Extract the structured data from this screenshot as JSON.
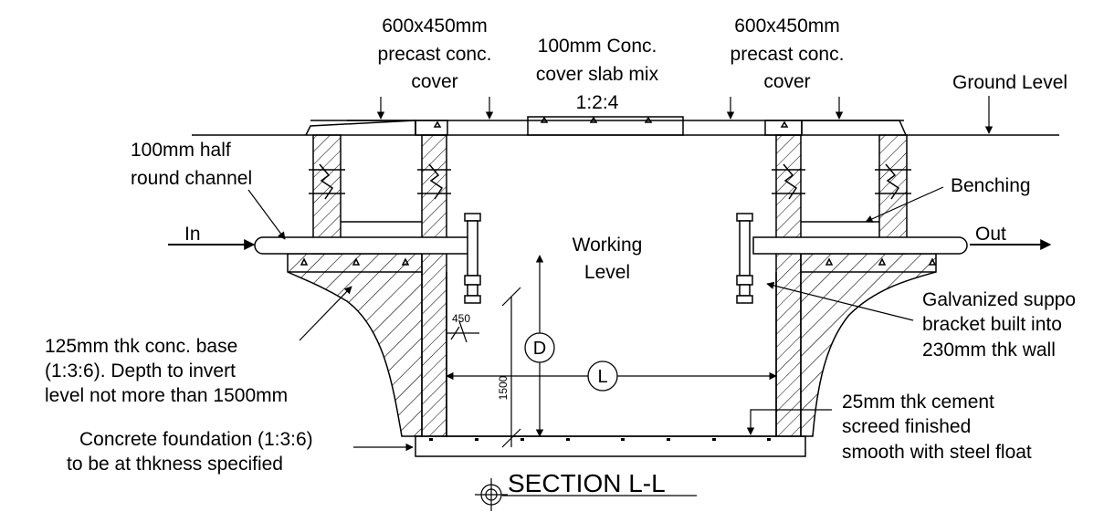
{
  "colors": {
    "ink": "#000000",
    "paper": "#ffffff"
  },
  "labels": {
    "cover_left_1": "600x450mm",
    "cover_left_2": "precast conc.",
    "cover_left_3": "cover",
    "slab_1": "100mm Conc.",
    "slab_2": "cover slab mix",
    "slab_3": "1:2:4",
    "cover_right_1": "600x450mm",
    "cover_right_2": "precast conc.",
    "cover_right_3": "cover",
    "ground_level": "Ground Level",
    "channel_1": "100mm half",
    "channel_2": "round channel",
    "benching": "Benching",
    "inlet": "In",
    "outlet": "Out",
    "working_1": "Working",
    "working_2": "Level",
    "support_1": "Galvanized suppo",
    "support_2": "bracket built into",
    "support_3": "230mm thk wall",
    "base_1": "125mm thk conc. base",
    "base_2": "(1:3:6). Depth to invert",
    "base_3": "level not more than 1500mm",
    "screed_1": "25mm thk cement",
    "screed_2": "screed finished",
    "screed_3": "smooth with steel float",
    "foundation_1": "Concrete foundation (1:3:6)",
    "foundation_2": "to be at thkness specified",
    "dim_450": "450",
    "dim_1500": "1500",
    "marker_d": "D",
    "marker_l": "L",
    "section_title": "SECTION L-L"
  }
}
